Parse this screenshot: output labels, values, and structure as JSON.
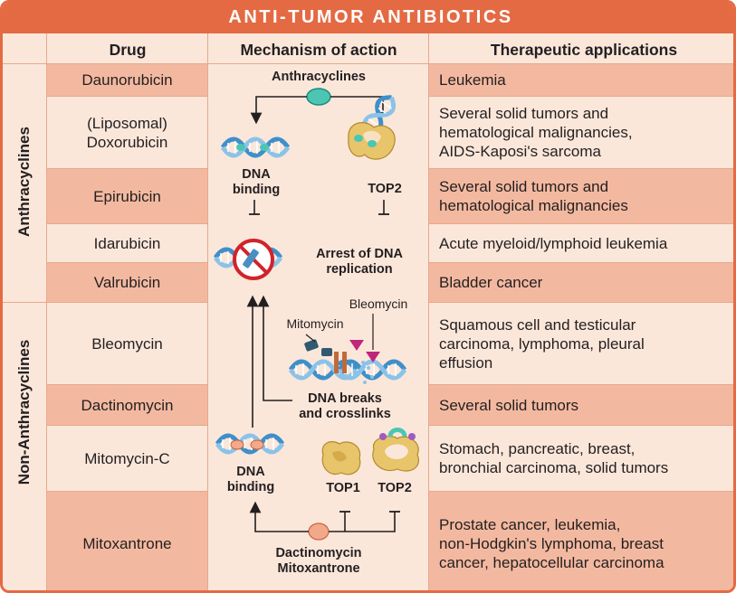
{
  "title": "ANTI-TUMOR ANTIBIOTICS",
  "headers": {
    "drug": "Drug",
    "mechanism": "Mechanism of action",
    "applications": "Therapeutic applications"
  },
  "groups": {
    "anthracyclines": "Anthracyclines",
    "non_anthracyclines": "Non-Anthracyclines"
  },
  "rows": [
    {
      "drug_line1": "Daunorubicin",
      "drug_line2": "",
      "app_lines": [
        "Leukemia"
      ]
    },
    {
      "drug_line1": "(Liposomal)",
      "drug_line2": "Doxorubicin",
      "app_lines": [
        "Several solid tumors and",
        "hematological malignancies,",
        "AIDS-Kaposi's sarcoma"
      ]
    },
    {
      "drug_line1": "Epirubicin",
      "drug_line2": "",
      "app_lines": [
        "Several solid tumors and",
        "hematological malignancies"
      ]
    },
    {
      "drug_line1": "Idarubicin",
      "drug_line2": "",
      "app_lines": [
        "Acute myeloid/lymphoid leukemia"
      ]
    },
    {
      "drug_line1": "Valrubicin",
      "drug_line2": "",
      "app_lines": [
        "Bladder cancer"
      ]
    },
    {
      "drug_line1": "Bleomycin",
      "drug_line2": "",
      "app_lines": [
        "Squamous cell and testicular",
        "carcinoma, lymphoma, pleural",
        "effusion"
      ]
    },
    {
      "drug_line1": "Dactinomycin",
      "drug_line2": "",
      "app_lines": [
        "Several solid tumors"
      ]
    },
    {
      "drug_line1": "Mitomycin-C",
      "drug_line2": "",
      "app_lines": [
        "Stomach, pancreatic, breast,",
        "bronchial carcinoma, solid tumors"
      ]
    },
    {
      "drug_line1": "Mitoxantrone",
      "drug_line2": "",
      "app_lines": [
        "Prostate cancer, leukemia,",
        "non-Hodgkin's lymphoma, breast",
        "cancer, hepatocellular carcinoma"
      ]
    }
  ],
  "mechanism": {
    "anthracyclines": "Anthracyclines",
    "dna_binding_1a": "DNA",
    "dna_binding_1b": "binding",
    "top2_a": "TOP2",
    "arrest_1": "Arrest of DNA",
    "arrest_2": "replication",
    "bleomycin": "Bleomycin",
    "mitomycin": "Mitomycin",
    "breaks_1": "DNA breaks",
    "breaks_2": "and crosslinks",
    "dna_binding_2a": "DNA",
    "dna_binding_2b": "binding",
    "top1": "TOP1",
    "top2_b": "TOP2",
    "dactinomycin": "Dactinomycin",
    "mitoxantrone": "Mitoxantrone"
  },
  "colors": {
    "accent": "#e46a43",
    "row_dark": "#f3b9a0",
    "row_light": "#fbe7da",
    "dna_blue": "#3f8fc9",
    "teal": "#4cc6b3",
    "enzyme_tan": "#e8c56a",
    "inhibit_red": "#d2232a",
    "bleomycin_magenta": "#c0267a",
    "mitomycin_slate": "#2f5a70"
  },
  "icons": [
    "dna-helix-icon",
    "topoisomerase-enzyme-icon",
    "no-replication-icon",
    "drug-molecule-icon"
  ]
}
